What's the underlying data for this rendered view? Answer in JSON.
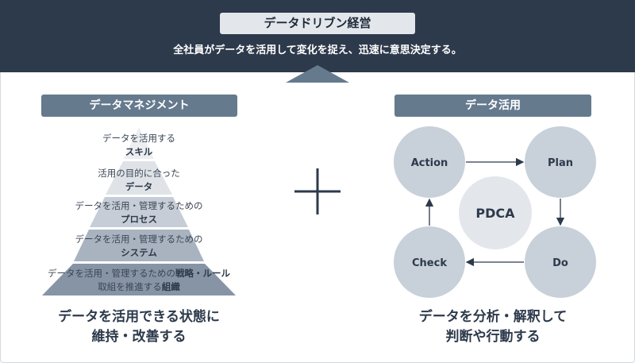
{
  "header": {
    "title": "データドリブン経営",
    "subtitle": "全社員がデータを活用して変化を捉え、迅速に意思決定する。"
  },
  "left": {
    "label": "データマネジメント",
    "layers": [
      {
        "line1": "データを活用する",
        "line2": "スキル"
      },
      {
        "line1": "活用の目的に合った",
        "line2": "データ"
      },
      {
        "line1": "データを活用・管理するための",
        "line2": "プロセス"
      },
      {
        "line1": "データを活用・管理するための",
        "line2": "システム"
      },
      {
        "line1a": "データを活用・管理するための",
        "line1b": "戦略・ルール",
        "line2": "取組を推進する",
        "line2b": "組織"
      }
    ],
    "caption1": "データを活用できる状態に",
    "caption2": "維持・改善する"
  },
  "plus_icon": "plus-icon",
  "right": {
    "label": "データ活用",
    "cycle": {
      "action": "Action",
      "plan": "Plan",
      "do": "Do",
      "check": "Check",
      "center": "PDCA"
    },
    "caption1": "データを分析・解釈して",
    "caption2": "判断や行動する"
  },
  "colors": {
    "header": "#2d3a4b",
    "label": "#667a8e",
    "circle": "#c8d0da",
    "center": "#e3e7ec"
  }
}
